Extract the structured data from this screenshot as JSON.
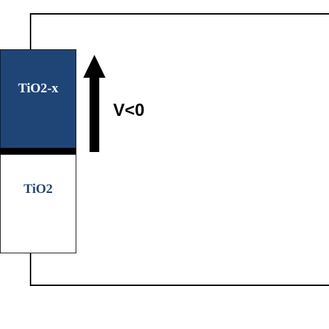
{
  "device": {
    "top_layer_label": "TiO2-x",
    "bottom_layer_label": "TiO2"
  },
  "bias": {
    "voltage_label": "V<0",
    "arrow_direction": "up"
  },
  "colors": {
    "top_layer": "#1f4577",
    "bottom_layer": "#ffffff",
    "interface": "#000000",
    "wire": "#000000",
    "bottom_label_text": "#1f4577"
  }
}
